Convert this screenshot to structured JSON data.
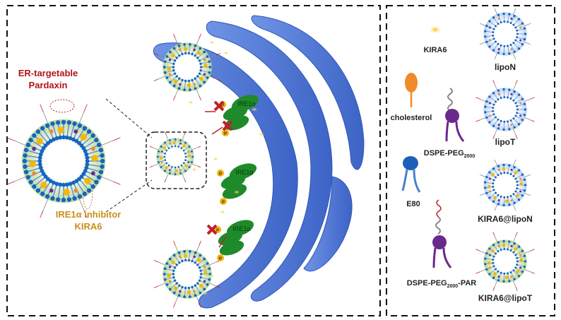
{
  "left_panel": {
    "pardaxin_label_line1": "ER-targetable",
    "pardaxin_label_line2": "Pardaxin",
    "inhibitor_label_line1": "IRE1α inhibitor",
    "inhibitor_label_line2": "KIRA6",
    "ire1a_labels": [
      "IRE1α",
      "IRE1α",
      "IRE1α"
    ],
    "phosphate_label": "P"
  },
  "legend": {
    "kira6": "KIRA6",
    "lipoN": "lipoN",
    "cholesterol": "cholesterol",
    "dspe_peg": {
      "base": "DSPE-PEG",
      "sub": "2000"
    },
    "lipoT": "lipoT",
    "e80": "E80",
    "kira6_lipoN": "KIRA6@lipoN",
    "dspe_peg_par": {
      "base": "DSPE-PEG",
      "sub": "2000",
      "suffix": "-PAR"
    },
    "kira6_lipoT": "KIRA6@lipoT"
  },
  "colors": {
    "er": "#4f78d8",
    "ire1a": "#1f8a2a",
    "kira6": "#f5b800",
    "cholesterol": "#f08a2a",
    "dspe_peg": "#6a2a8c",
    "e80": "#1e5fb8",
    "pardaxin": "#c0202a",
    "inhibition": "#c0202a"
  }
}
